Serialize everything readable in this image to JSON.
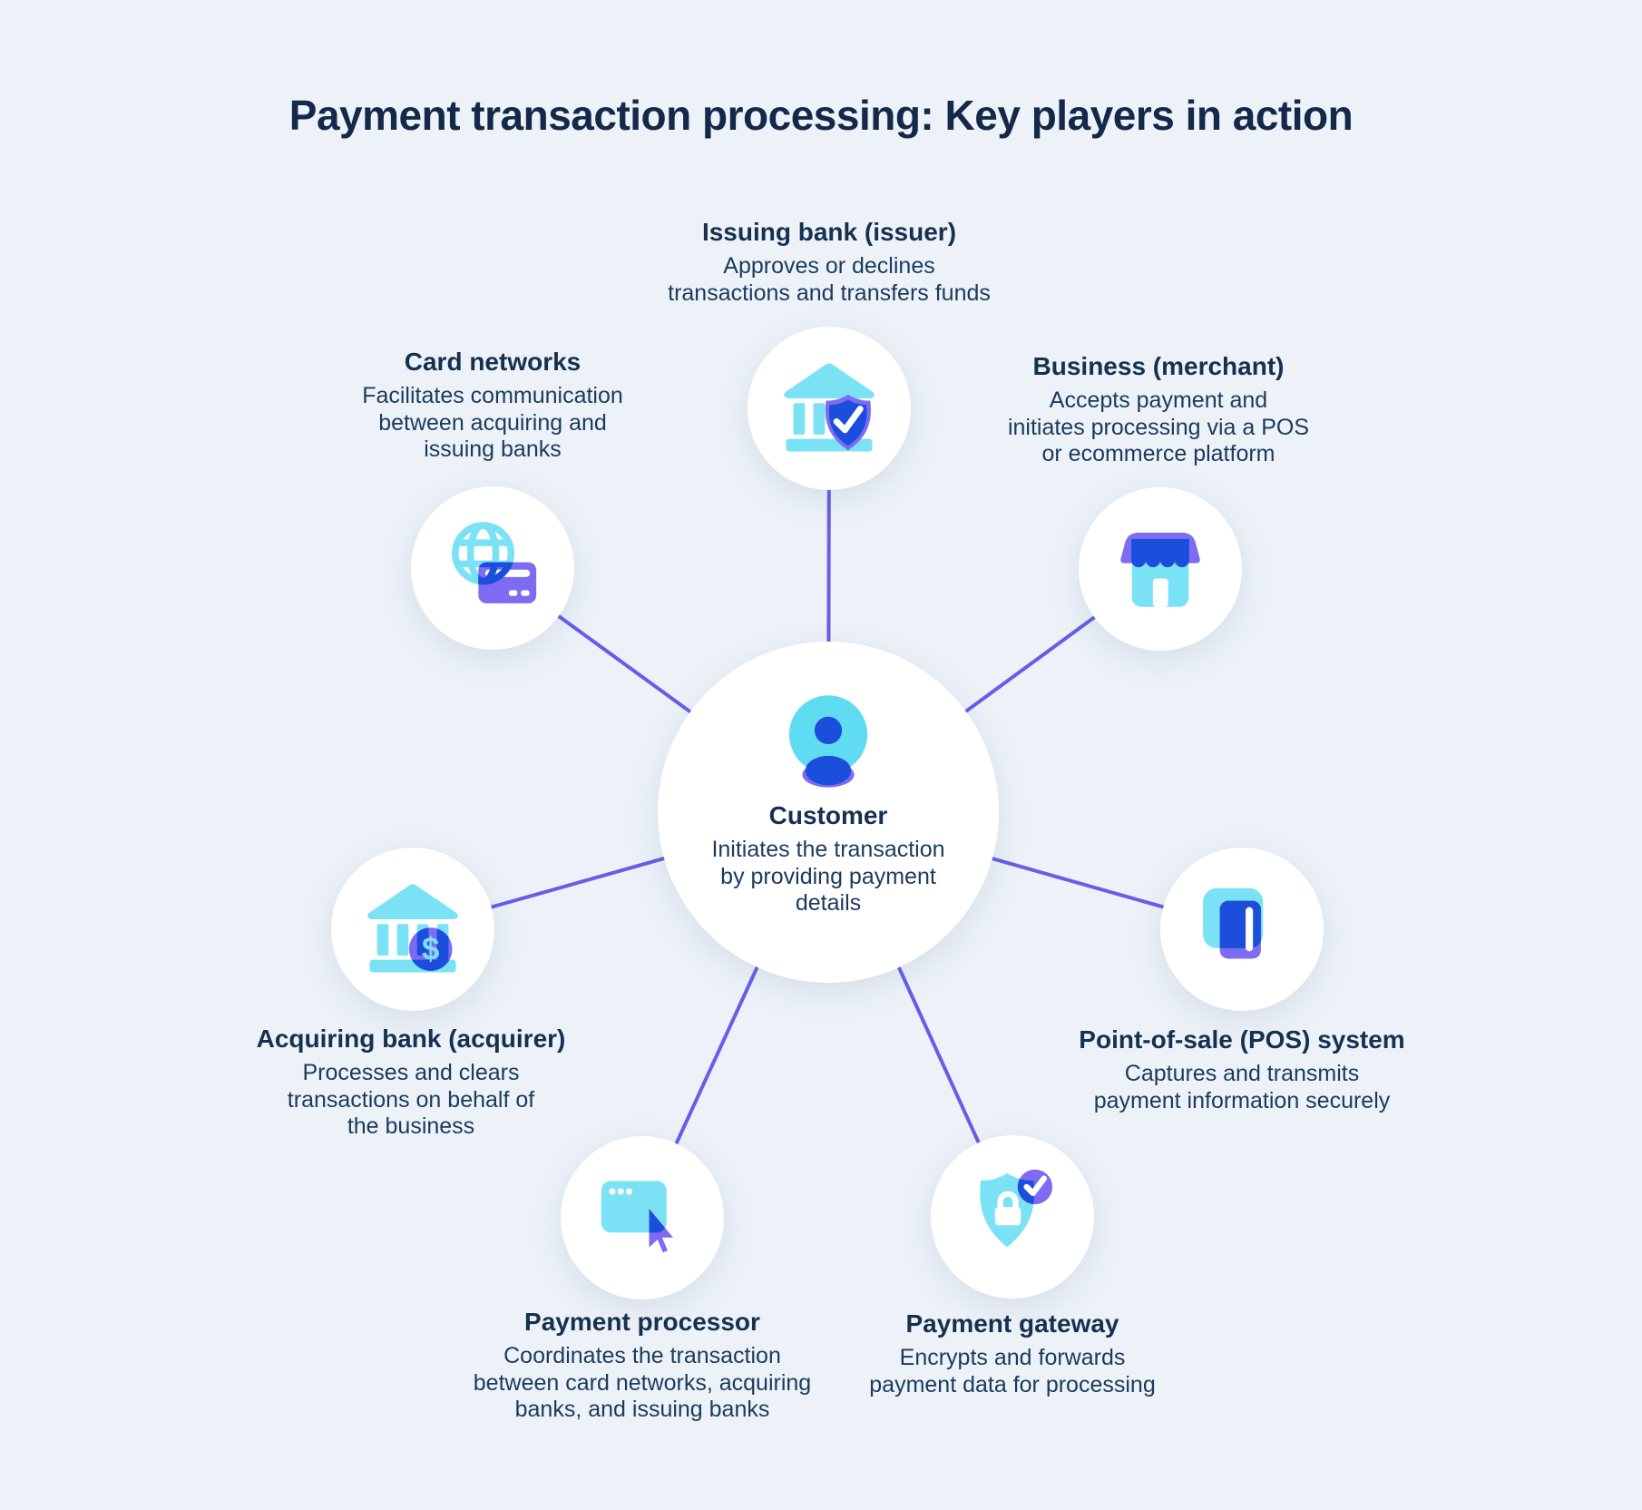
{
  "title": "Payment transaction processing: Key players in action",
  "colors": {
    "background": "#EDF2F8",
    "text": "#16304F",
    "connector": "#6A5BE8",
    "icon_cyan": "#7BE2F5",
    "icon_blue": "#1C4EDC",
    "icon_purple": "#7D6BF2",
    "node_background": "#FFFFFF"
  },
  "center_node": {
    "label": "Customer",
    "description": "Initiates the transaction\nby providing payment\ndetails",
    "icon": "person-icon"
  },
  "nodes": [
    {
      "id": "issuing-bank",
      "label": "Issuing bank (issuer)",
      "description": "Approves or declines\ntransactions and transfers funds",
      "icon": "bank-shield-check-icon"
    },
    {
      "id": "card-networks",
      "label": "Card networks",
      "description": "Facilitates communication\nbetween acquiring and\nissuing banks",
      "icon": "globe-card-icon"
    },
    {
      "id": "business-merchant",
      "label": "Business (merchant)",
      "description": "Accepts payment and\ninitiates processing via a POS\nor ecommerce platform",
      "icon": "storefront-icon"
    },
    {
      "id": "acquiring-bank",
      "label": "Acquiring bank (acquirer)",
      "description": "Processes and clears\ntransactions on behalf of\nthe business",
      "icon": "bank-dollar-icon"
    },
    {
      "id": "pos-system",
      "label": "Point-of-sale (POS) system",
      "description": "Captures and transmits\npayment information securely",
      "icon": "card-reader-icon"
    },
    {
      "id": "payment-processor",
      "label": "Payment processor",
      "description": "Coordinates the transaction\nbetween card networks, acquiring\nbanks, and issuing banks",
      "icon": "browser-cursor-icon"
    },
    {
      "id": "payment-gateway",
      "label": "Payment gateway",
      "description": "Encrypts and forwards\npayment data for processing",
      "icon": "shield-lock-check-icon"
    }
  ]
}
